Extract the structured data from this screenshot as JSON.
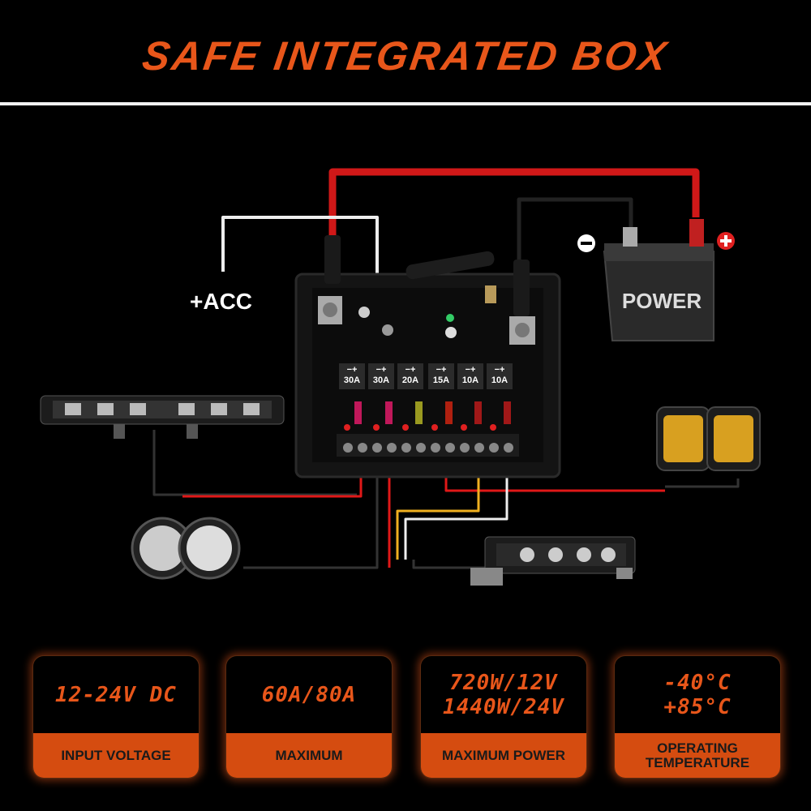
{
  "title": "SAFE INTEGRATED BOX",
  "diagram": {
    "acc_label": "+ACC",
    "battery_label": "POWER",
    "battery_negative": "⊖",
    "battery_positive": "⊕",
    "fuses": [
      {
        "polarity": "−+",
        "rating": "30A"
      },
      {
        "polarity": "−+",
        "rating": "30A"
      },
      {
        "polarity": "−+",
        "rating": "20A"
      },
      {
        "polarity": "−+",
        "rating": "15A"
      },
      {
        "polarity": "−+",
        "rating": "10A"
      },
      {
        "polarity": "−+",
        "rating": "10A"
      }
    ]
  },
  "specs": [
    {
      "value_lines": [
        "12-24V DC"
      ],
      "label_lines": [
        "INPUT VOLTAGE"
      ]
    },
    {
      "value_lines": [
        "60A/80A"
      ],
      "label_lines": [
        "MAXIMUM"
      ]
    },
    {
      "value_lines": [
        "720W/12V",
        "1440W/24V"
      ],
      "label_lines": [
        "MAXIMUM POWER"
      ]
    },
    {
      "value_lines": [
        "-40°C",
        "+85°C"
      ],
      "label_lines": [
        "OPERATING",
        "TEMPERATURE"
      ]
    }
  ],
  "colors": {
    "accent": "#e8561a",
    "label_bg": "#d54c10",
    "wire_red": "#e01818"
  }
}
